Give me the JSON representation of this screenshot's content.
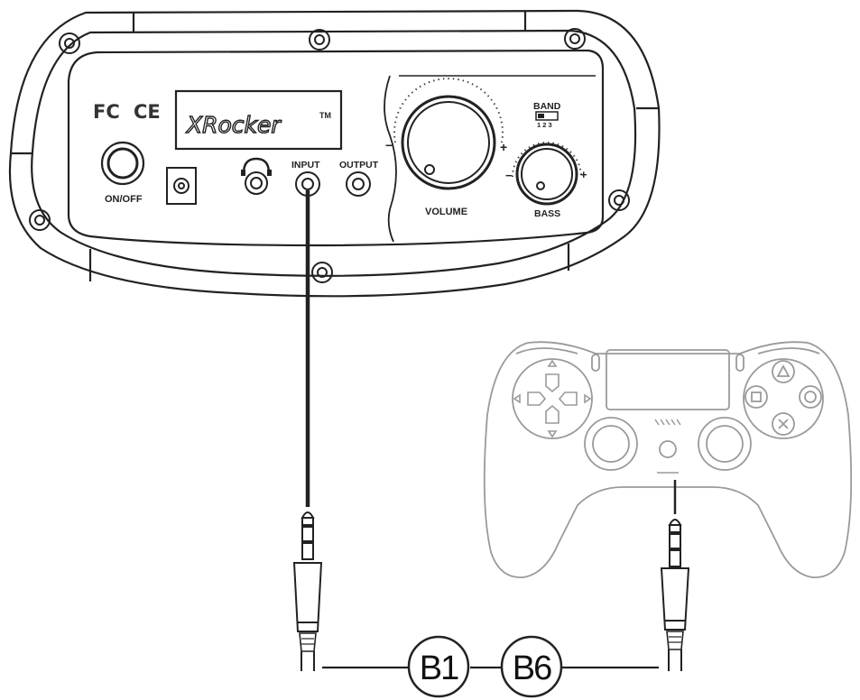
{
  "panel": {
    "brand": "XRocker",
    "trademark": "TM",
    "cert_marks": {
      "fc": "FC",
      "ce": "CE"
    },
    "labels": {
      "on_off": "ON/OFF",
      "input": "INPUT",
      "output": "OUTPUT",
      "volume": "VOLUME",
      "bass": "BASS",
      "band": "BAND",
      "band_positions": "1 2 3"
    },
    "knob_signs": {
      "minus": "−",
      "plus": "+"
    }
  },
  "callouts": [
    {
      "id": "B1",
      "text": "B1"
    },
    {
      "id": "B6",
      "text": "B6"
    }
  ],
  "icons": [
    "headphone-icon",
    "triangle-button-icon",
    "square-button-icon",
    "circle-button-icon",
    "cross-button-icon",
    "dpad-icon"
  ],
  "colors": {
    "line": "#222222",
    "controller_line": "#9a9a9a",
    "background": "#ffffff"
  }
}
